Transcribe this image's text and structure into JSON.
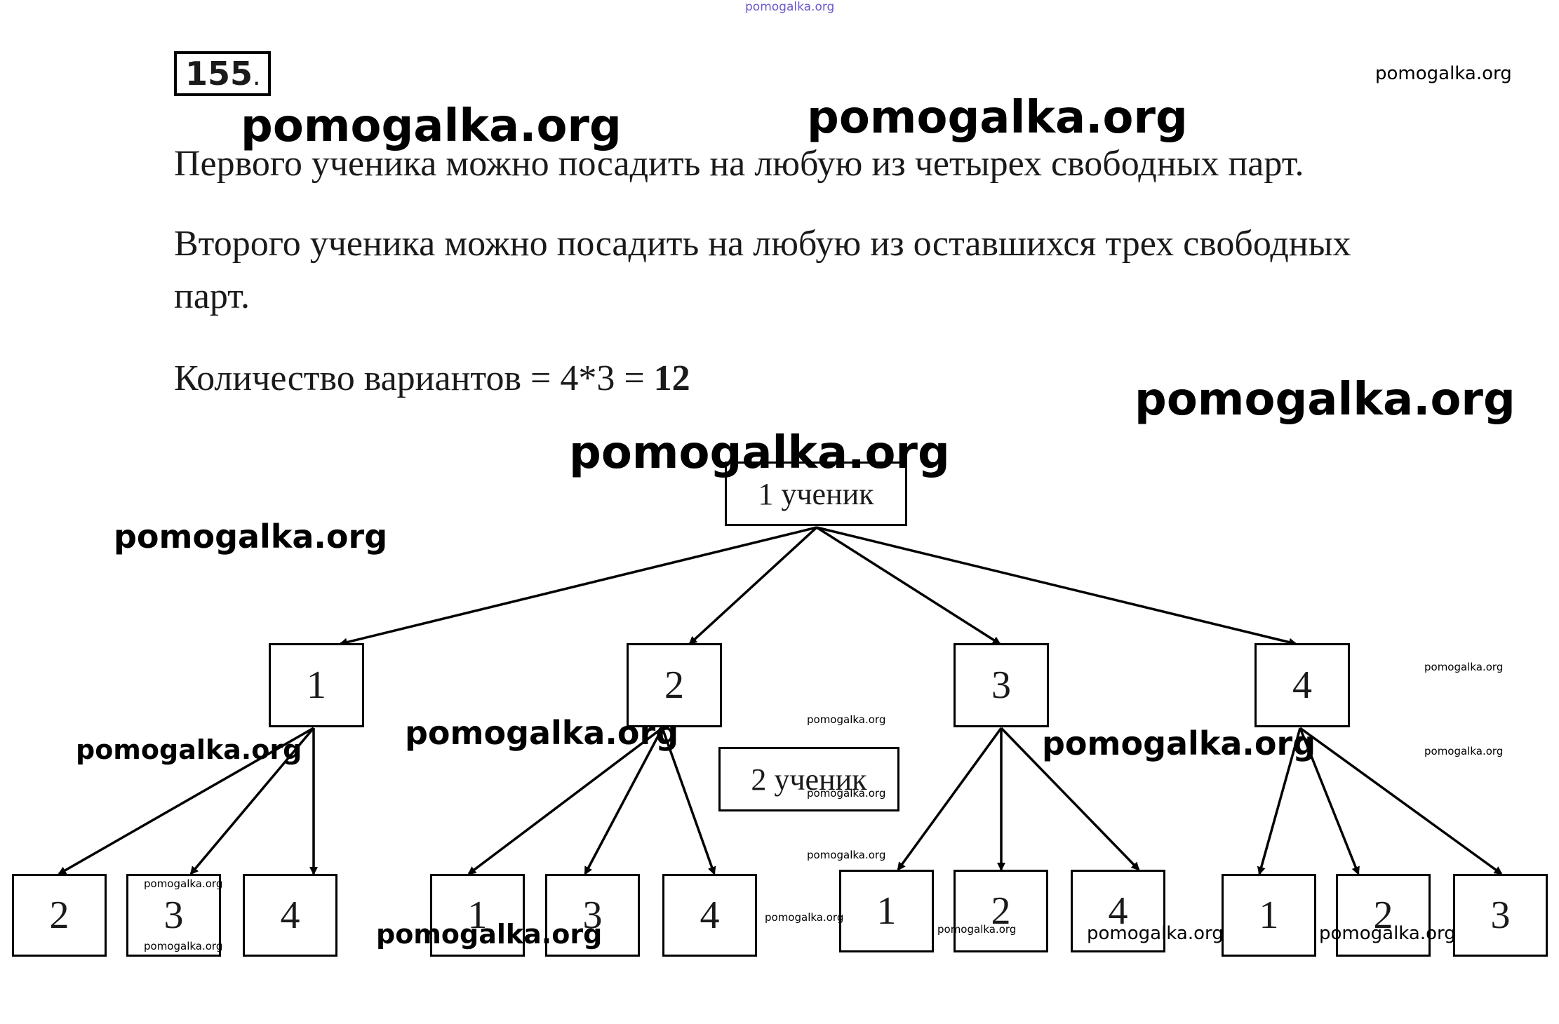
{
  "problem": {
    "number": "155",
    "dot": "."
  },
  "text": {
    "line1": "Первого ученика можно посадить на любую из четырех свободных парт.",
    "line2a": "Второго ученика можно посадить на любую из оставшихся трех свободных",
    "line2b": "парт.",
    "answer_prefix": "Количество вариантов = 4*3 = ",
    "answer_value": "12"
  },
  "tree": {
    "root_label": "1 ученик",
    "level2_label": "2 ученик",
    "first_choices": [
      "1",
      "2",
      "3",
      "4"
    ],
    "second_choices": [
      [
        "2",
        "3",
        "4"
      ],
      [
        "1",
        "3",
        "4"
      ],
      [
        "1",
        "2",
        "4"
      ],
      [
        "1",
        "2",
        "3"
      ]
    ]
  },
  "watermark": "pomogalka.org"
}
